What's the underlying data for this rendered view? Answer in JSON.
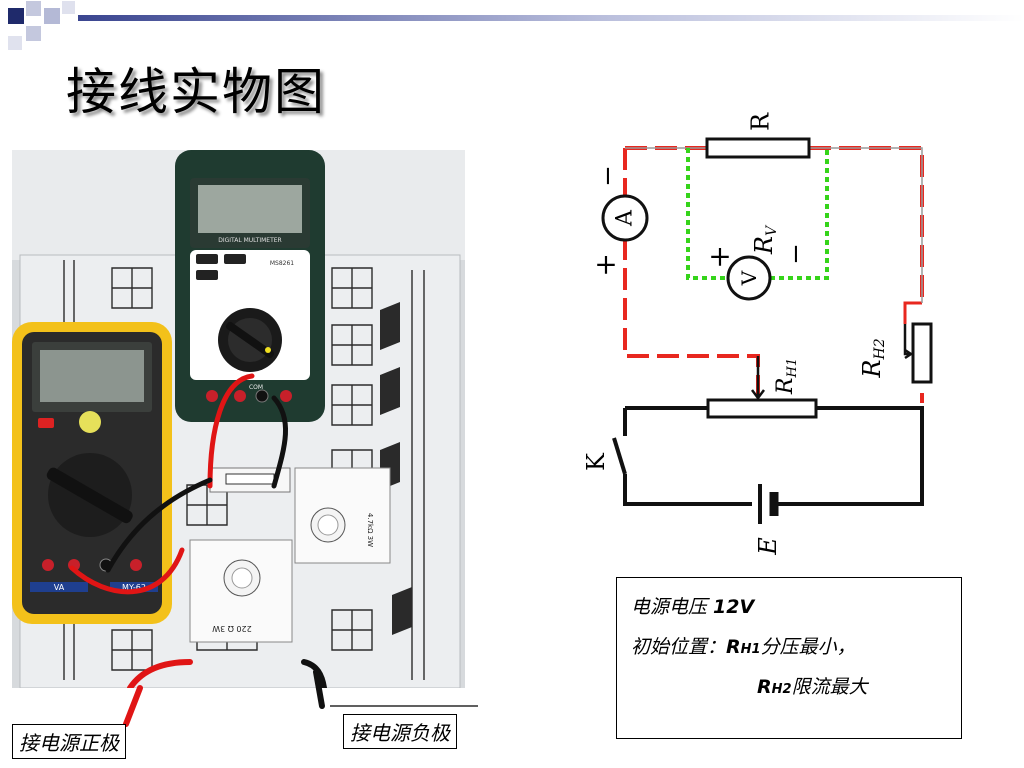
{
  "title": "接线实物图",
  "captions": {
    "positive": "接电源正极",
    "negative": "接电源负极"
  },
  "info": {
    "line1_text": "电源电压 ",
    "line1_value": "12V",
    "line2_prefix": "初始位置：",
    "line2_r": "R",
    "line2_sub": "H1",
    "line2_text": "分压最小，",
    "line3_r": "R",
    "line3_sub": "H2",
    "line3_text": "限流最大"
  },
  "circuit": {
    "resistor_label": "R",
    "voltmeter_label": "V",
    "voltmeter_r": "R",
    "voltmeter_sub": "V",
    "ammeter_label": "A",
    "rh1_r": "R",
    "rh1_sub": "H1",
    "rh2_r": "R",
    "rh2_sub": "H2",
    "switch_label": "K",
    "battery_label": "E",
    "plus": "+",
    "minus": "−"
  },
  "photo": {
    "meter_left_brand": "VA",
    "meter_left_model": "MY-62",
    "meter_right_header": "DIGITAL MULTIMETER",
    "meter_right_model": "MS8261",
    "com_label": "COM",
    "pot_label_1": "220 Ω  3W",
    "pot_label_2": "4.7kΩ  3W"
  },
  "colors": {
    "accent_navy": "#1f2a6b",
    "dash_red": "#e8271f",
    "dot_green": "#35d41a",
    "meter_yellow": "#f3c11a",
    "meter_green": "#1f3b30"
  }
}
